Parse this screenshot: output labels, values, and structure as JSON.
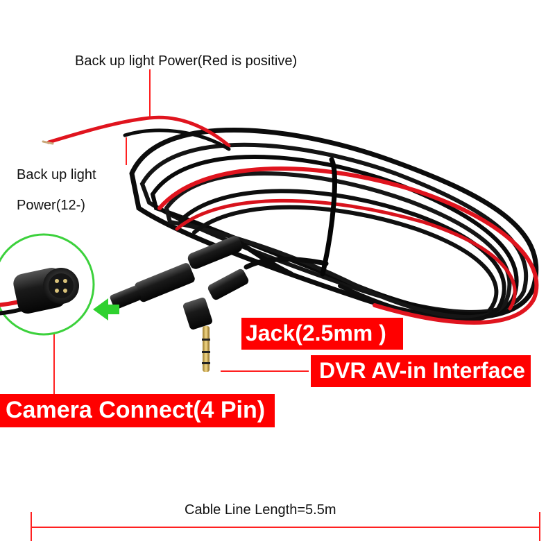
{
  "labels": {
    "backup_power_positive": "Back up light Power(Red is positive)",
    "backup_power_negative_line1": "Back up light",
    "backup_power_negative_line2": "Power(12-)",
    "jack": "Jack(2.5mm )",
    "dvr_interface": "DVR AV-in Interface",
    "camera_connect": "Camera Connect(4 Pin)",
    "cable_length": "Cable Line Length=5.5m"
  },
  "colors": {
    "tag_background": "#ff0000",
    "tag_text": "#ffffff",
    "cable_black": "#0c0c0c",
    "cable_red": "#e0141e",
    "callout_circle": "#3cd13c",
    "arrow_green": "#2fd12f",
    "leader_line": "#ff2020"
  }
}
